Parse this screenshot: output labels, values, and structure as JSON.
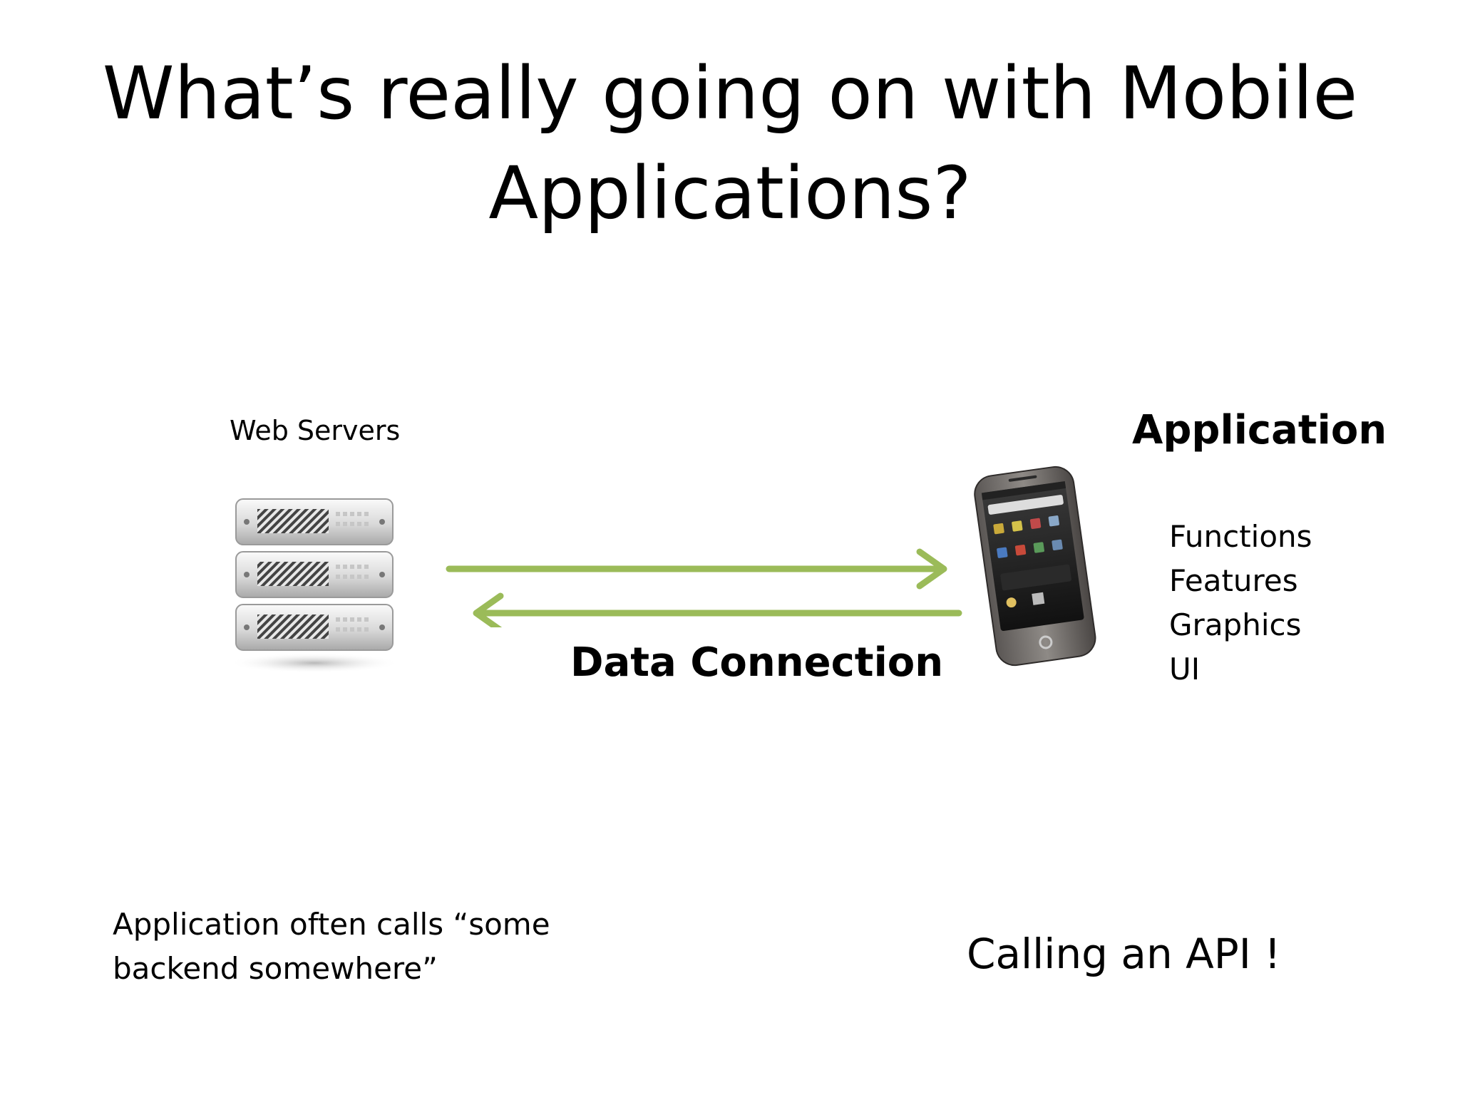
{
  "title": {
    "line1": "What’s really going on with Mobile",
    "line2": "Applications?"
  },
  "diagram": {
    "servers_label": "Web Servers",
    "application_label": "Application",
    "features": [
      "Functions",
      "Features",
      "Graphics",
      "UI"
    ],
    "connection_label": "Data Connection",
    "arrow_color": "#9bbb59"
  },
  "note": {
    "line1": "Application often calls “some",
    "line2": "backend somewhere”"
  },
  "callout": "Calling an API !"
}
